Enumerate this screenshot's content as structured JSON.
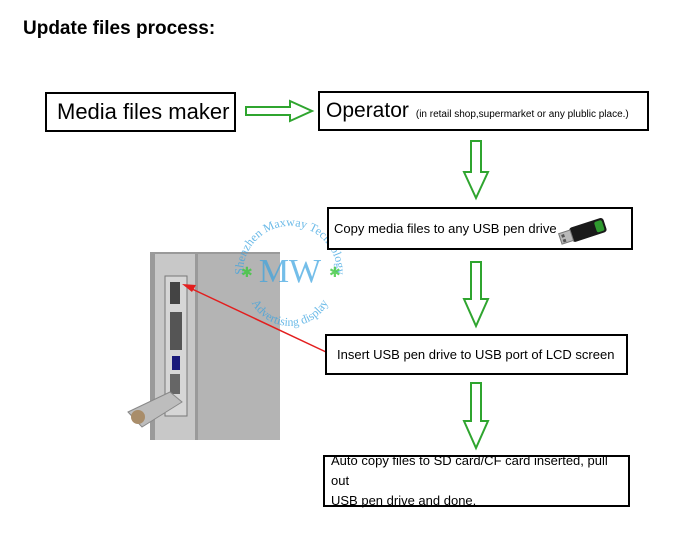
{
  "title": "Update files process:",
  "steps": {
    "maker": "Media files maker",
    "operator": "Operator",
    "operator_note": "(in retail shop,supermarket or any plublic place.)",
    "copy": "Copy media files to any USB pen drive",
    "insert": "Insert USB pen drive to USB port of LCD screen",
    "auto_line1": "Auto copy files to SD card/CF card inserted, pull out",
    "auto_line2": "USB pen drive and done."
  },
  "watermark": {
    "monogram": "MW",
    "top_text": "Shenzhen Maxway Technology",
    "bottom_text": "Advertising display"
  },
  "colors": {
    "arrow_green": "#2fa52f",
    "pointer_red": "#e31e1e",
    "watermark_blue": "#3aa3e0",
    "watermark_green": "#3cc83c"
  },
  "icons": {
    "usb": "usb-pen-drive-icon",
    "photo": "lcd-screen-usb-port-photo"
  }
}
